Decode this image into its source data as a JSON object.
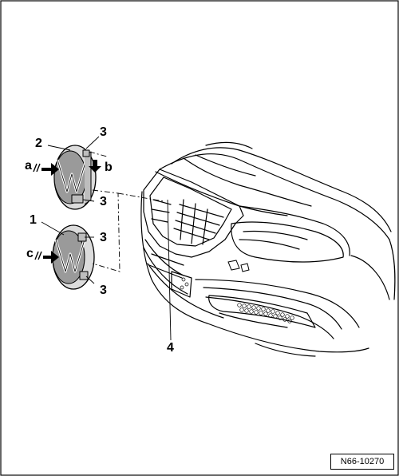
{
  "callouts": {
    "part_1": "1",
    "part_2": "2",
    "part_3_top": "3",
    "part_3_upper_mid": "3",
    "part_3_lower_mid": "3",
    "part_3_bottom": "3",
    "part_4": "4",
    "arrow_a": "a",
    "arrow_b": "b",
    "arrow_c": "c"
  },
  "reference_number": "N66-10270"
}
